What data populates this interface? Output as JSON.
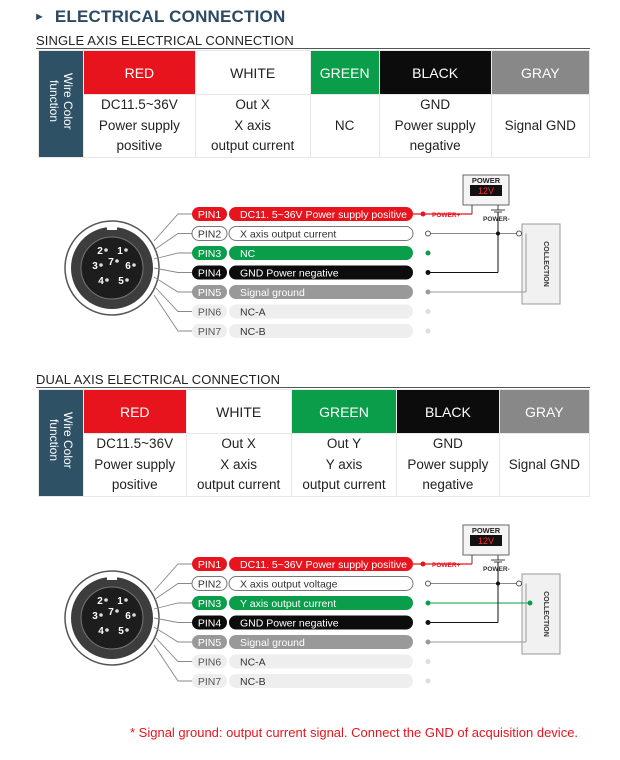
{
  "heading": "ELECTRICAL CONNECTION",
  "colors": {
    "red": "#e8141d",
    "white": "#ffffff",
    "green": "#0a9d4a",
    "black": "#0c0c0c",
    "gray": "#888888",
    "header": "#2e5166"
  },
  "single": {
    "title": "SINGLE AXIS ELECTRICAL CONNECTION",
    "table": {
      "row_header": "Wire Color\nfunction",
      "columns": [
        {
          "color_label": "RED",
          "function": [
            "DC11.5~36V",
            "Power supply",
            "positive"
          ]
        },
        {
          "color_label": "WHITE",
          "function": [
            "Out X",
            "X axis",
            "output current"
          ]
        },
        {
          "color_label": "GREEN",
          "function": [
            "NC"
          ]
        },
        {
          "color_label": "BLACK",
          "function": [
            "GND",
            "Power supply",
            "negative"
          ]
        },
        {
          "color_label": "GRAY",
          "function": [
            "Signal GND"
          ]
        }
      ]
    },
    "diagram": {
      "connector_pins": [
        "1",
        "2",
        "3",
        "4",
        "5",
        "6",
        "7"
      ],
      "power_box": {
        "title": "POWER",
        "value": "12V"
      },
      "power_plus": "POWER+",
      "power_minus": "POWER-",
      "collection": "COLLECTION",
      "pins": [
        {
          "pin": "PIN1",
          "label": "DC11. 5~36V Power supply positive",
          "wire": "red"
        },
        {
          "pin": "PIN2",
          "label": "X axis output current",
          "wire": "white"
        },
        {
          "pin": "PIN3",
          "label": "NC",
          "wire": "green"
        },
        {
          "pin": "PIN4",
          "label": "GND Power negative",
          "wire": "black"
        },
        {
          "pin": "PIN5",
          "label": "Signal ground",
          "wire": "gray"
        },
        {
          "pin": "PIN6",
          "label": "NC-A",
          "wire": "none"
        },
        {
          "pin": "PIN7",
          "label": "NC-B",
          "wire": "none"
        }
      ]
    }
  },
  "dual": {
    "title": "DUAL AXIS ELECTRICAL CONNECTION",
    "table": {
      "row_header": "Wire Color\nfunction",
      "columns": [
        {
          "color_label": "RED",
          "function": [
            "DC11.5~36V",
            "Power supply",
            "positive"
          ]
        },
        {
          "color_label": "WHITE",
          "function": [
            "Out X",
            "X axis",
            "output current"
          ]
        },
        {
          "color_label": "GREEN",
          "function": [
            "Out Y",
            "Y axis",
            "output current"
          ]
        },
        {
          "color_label": "BLACK",
          "function": [
            "GND",
            "Power supply",
            "negative"
          ]
        },
        {
          "color_label": "GRAY",
          "function": [
            "Signal GND"
          ]
        }
      ]
    },
    "diagram": {
      "connector_pins": [
        "1",
        "2",
        "3",
        "4",
        "5",
        "6",
        "7"
      ],
      "power_box": {
        "title": "POWER",
        "value": "12V"
      },
      "power_plus": "POWER+",
      "power_minus": "POWER-",
      "collection": "COLLECTION",
      "pins": [
        {
          "pin": "PIN1",
          "label": "DC11. 5~36V Power supply positive",
          "wire": "red"
        },
        {
          "pin": "PIN2",
          "label": "X axis output voltage",
          "wire": "white"
        },
        {
          "pin": "PIN3",
          "label": "Y axis output current",
          "wire": "green"
        },
        {
          "pin": "PIN4",
          "label": "GND Power negative",
          "wire": "black"
        },
        {
          "pin": "PIN5",
          "label": "Signal ground",
          "wire": "gray"
        },
        {
          "pin": "PIN6",
          "label": "NC-A",
          "wire": "none"
        },
        {
          "pin": "PIN7",
          "label": "NC-B",
          "wire": "none"
        }
      ]
    }
  },
  "note": "* Signal ground: output current signal. Connect the GND of acquisition device."
}
